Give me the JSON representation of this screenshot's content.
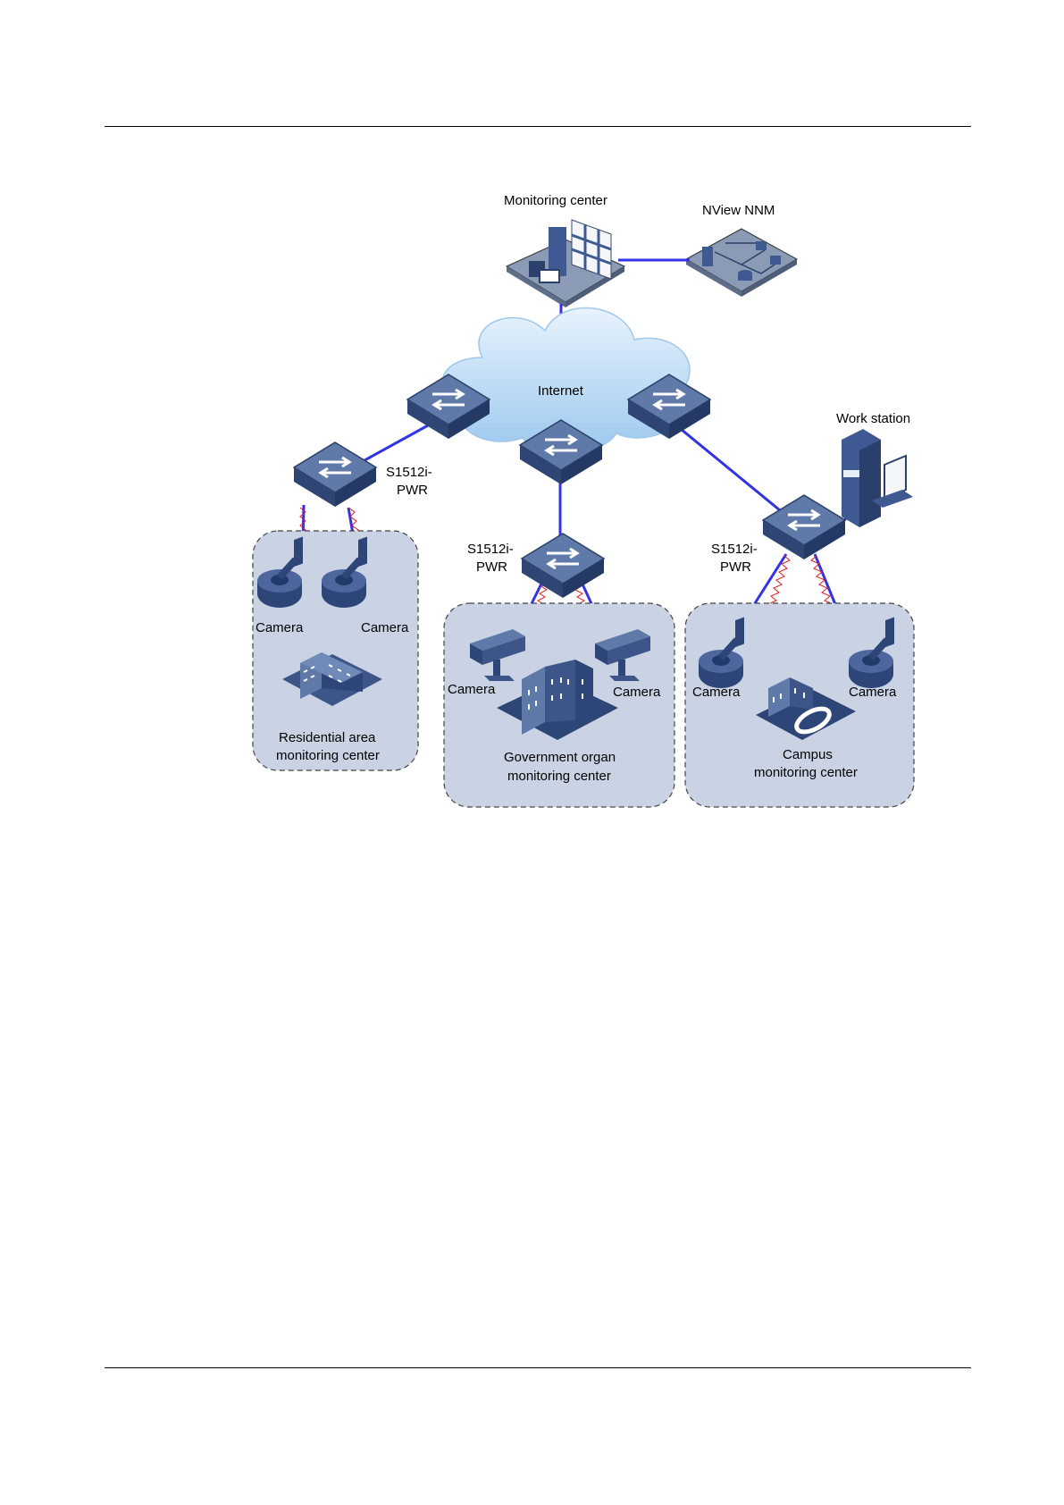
{
  "diagram": {
    "monitoring_center": "Monitoring center",
    "nview_nnm": "NView NNM",
    "internet": "Internet",
    "work_station": "Work station",
    "switch_left": [
      "S1512i-",
      "PWR"
    ],
    "switch_center": [
      "S1512i-",
      "PWR"
    ],
    "switch_right": [
      "S1512i-",
      "PWR"
    ],
    "camera": "Camera",
    "residential": [
      "Residential area",
      "monitoring center"
    ],
    "government": [
      "Government organ",
      "monitoring center"
    ],
    "campus": [
      "Campus",
      "monitoring center"
    ]
  },
  "colors": {
    "link": "#3333e6",
    "wireless": "#e02020",
    "zone_fill": "#c9d3e3",
    "device_blue": "#3d5589",
    "cloud": "#b9d8f4"
  }
}
